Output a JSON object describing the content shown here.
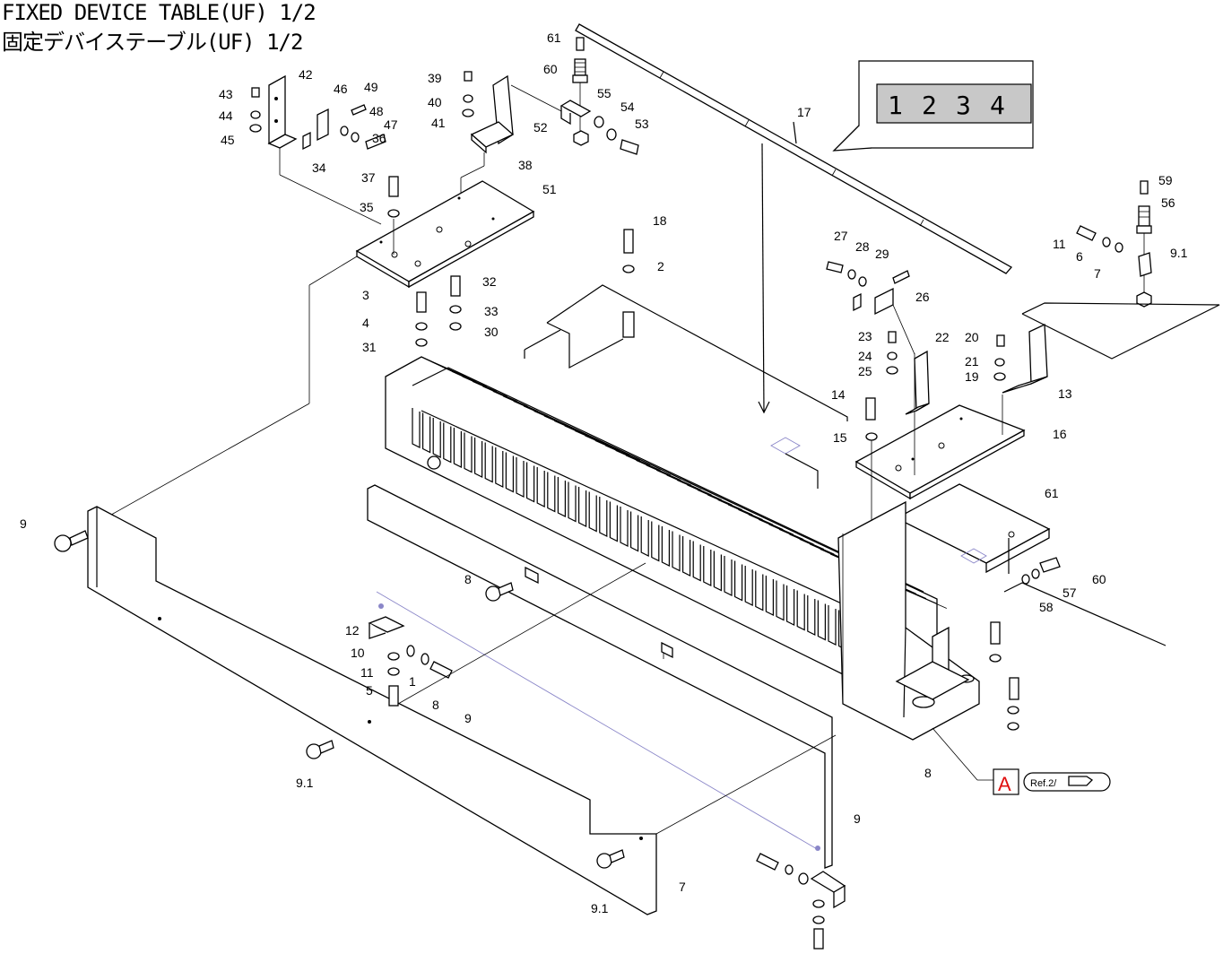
{
  "header": {
    "title_en": "FIXED DEVICE TABLE(UF) 1/2",
    "title_ja": "固定デバイステーブル(UF) 1/2"
  },
  "sheet_index": {
    "pages": [
      "1",
      "2",
      "3",
      "4"
    ]
  },
  "reference": {
    "letter": "A",
    "label": "Ref.2/"
  },
  "callouts": [
    "61",
    "60",
    "55",
    "54",
    "53",
    "52",
    "39",
    "40",
    "41",
    "38",
    "43",
    "44",
    "45",
    "42",
    "46",
    "34",
    "49",
    "48",
    "47",
    "36",
    "37",
    "35",
    "51",
    "17",
    "18",
    "2",
    "3",
    "4",
    "31",
    "32",
    "33",
    "30",
    "27",
    "28",
    "29",
    "26",
    "23",
    "24",
    "25",
    "22",
    "20",
    "21",
    "19",
    "13",
    "14",
    "15",
    "16",
    "61",
    "60",
    "57",
    "58",
    "59",
    "56",
    "11",
    "6",
    "7",
    "9.1",
    "9",
    "8",
    "12",
    "10",
    "11",
    "5",
    "1",
    "8",
    "9",
    "9.1",
    "7",
    "9.1",
    "9",
    "8"
  ],
  "colors": {
    "line": "#000000",
    "hidden_line": "#8a86c8",
    "ref_letter": "#e01010"
  }
}
